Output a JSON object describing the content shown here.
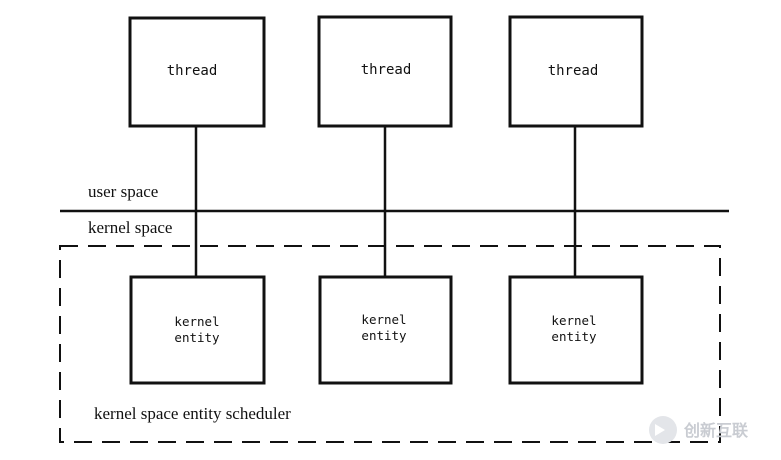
{
  "threads": [
    {
      "label": "thread"
    },
    {
      "label": "thread"
    },
    {
      "label": "thread"
    }
  ],
  "kernel_entities": [
    {
      "line1": "kernel",
      "line2": "entity"
    },
    {
      "line1": "kernel",
      "line2": "entity"
    },
    {
      "line1": "kernel",
      "line2": "entity"
    }
  ],
  "labels": {
    "user_space": "user space",
    "kernel_space": "kernel space",
    "scheduler": "kernel space entity scheduler"
  },
  "watermark": {
    "text": "创新互联"
  }
}
